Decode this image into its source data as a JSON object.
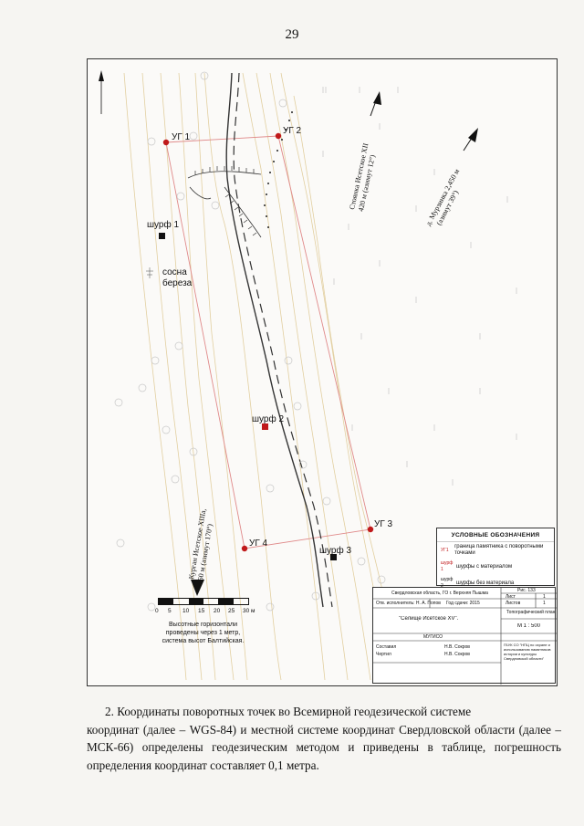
{
  "page_number": "29",
  "map": {
    "points": [
      {
        "id": "ug1",
        "label": "УГ 1"
      },
      {
        "id": "ug2",
        "label": "УГ 2"
      },
      {
        "id": "ug3",
        "label": "УГ 3"
      },
      {
        "id": "ug4",
        "label": "УГ 4"
      }
    ],
    "pits": [
      {
        "id": "pit1",
        "label": "шурф 1"
      },
      {
        "id": "pit2",
        "label": "шурф 2"
      },
      {
        "id": "pit3",
        "label": "шурф 3"
      }
    ],
    "trees_label_1": "сосна",
    "trees_label_2": "береза",
    "direction_labels": {
      "stoyanka_1": "Стоянка Исетское XII",
      "stoyanka_2": "420 м (азимут 12°)",
      "murzinka_1": "д. Мурзинка 2,450 м",
      "murzinka_2": "(азимут 39°)",
      "kurgan_1": "Курган Исетское XIIIа,",
      "kurgan_2": "60 м (азимут 170°)"
    },
    "colors": {
      "boundary": "#e08a8a",
      "point": "#c0191b",
      "contour": "#e2cfa0"
    }
  },
  "legend": {
    "title": "УСЛОВНЫЕ ОБОЗНАЧЕНИЯ",
    "items": [
      {
        "symbol": "УГ1",
        "text": "граница памятника с поворотными точками"
      },
      {
        "symbol": "шурф 1",
        "text": "шурфы с материалом"
      },
      {
        "symbol": "шурф 2",
        "text": "шурфы без материала"
      }
    ]
  },
  "scale": {
    "ticks": [
      "0",
      "5",
      "10",
      "15",
      "20",
      "25",
      "30 м"
    ],
    "note_1": "Высотные горизонтали",
    "note_2": "проведены через 1 метр,",
    "note_3": "система высот Балтийская."
  },
  "stamp": {
    "location": "Свердловская область, ГО г. Верхняя Пышма",
    "fig_label": "Рис. 133",
    "sheet_label": "Лист",
    "sheet_value": "1",
    "sheets_label": "Листов",
    "sheets_value": "1",
    "responsible": "Отв. исполнитель: Н. А. Попов",
    "year": "Год сдачи: 2015",
    "site_name": "\"Селище Исетское XV\".",
    "plan_type": "Топографический план",
    "plan_scale": "М 1 : 500",
    "org": "МУГИСО",
    "compiler_label": "Составил",
    "compiler_name": "Н.В. Сокров",
    "drafter_label": "Чертил",
    "drafter_name": "Н.В. Сокров",
    "agency": "ГБУК СО \"НПЦ по охране и использованию памятников истории и культуры Свердловской области\""
  },
  "paragraph": {
    "line1": "2. Координаты поворотных точек во Всемирной геодезической системе",
    "rest": "координат (далее – WGS-84) и местной системе координат Свердловской области (далее – МСК-66) определены геодезическим методом и приведены в таблице, погрешность определения координат составляет 0,1 метра."
  }
}
